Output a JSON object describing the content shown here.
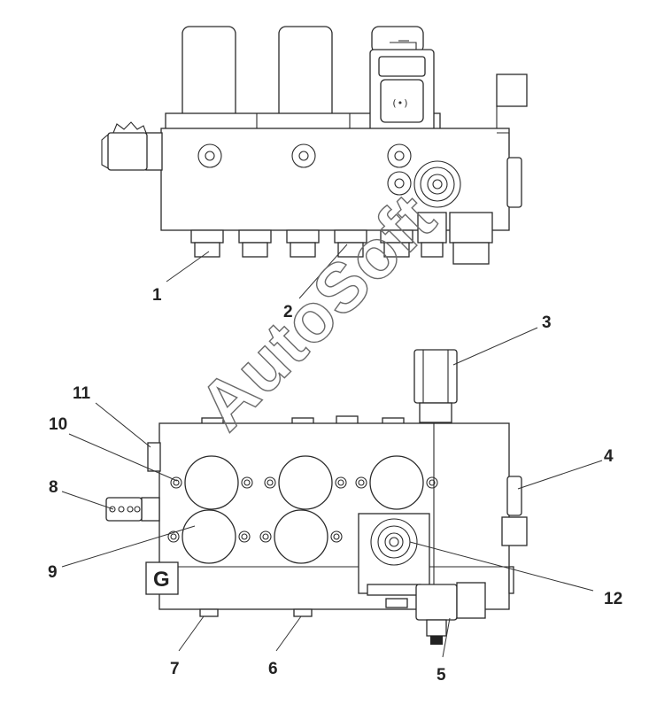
{
  "callouts": {
    "c1": "1",
    "c2": "2",
    "c3": "3",
    "c4": "4",
    "c5": "5",
    "c6": "6",
    "c7": "7",
    "c8": "8",
    "c9": "9",
    "c10": "10",
    "c11": "11",
    "c12": "12"
  },
  "port_letter": "G",
  "watermark": "AutoSoft"
}
